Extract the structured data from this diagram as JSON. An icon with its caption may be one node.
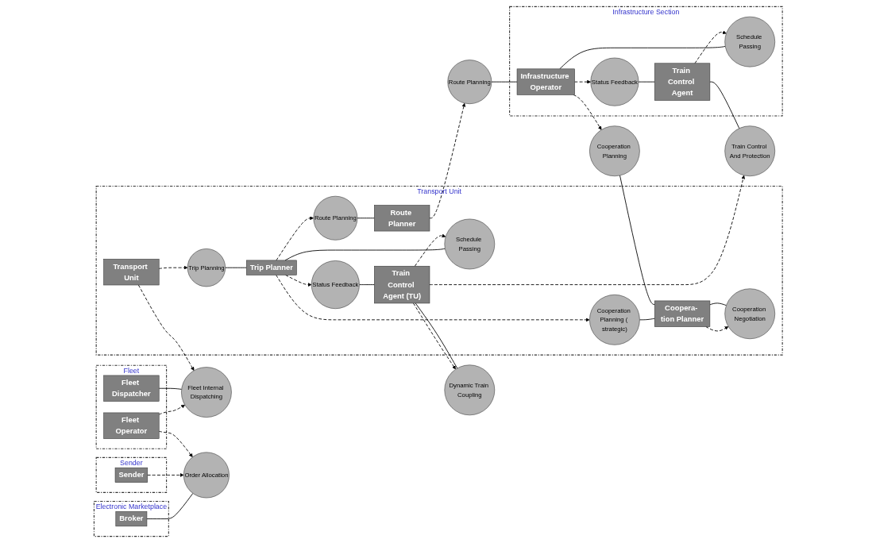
{
  "diagram": {
    "nodes": [
      {
        "text": [
          "Electronic Marketplace"
        ]
      },
      {
        "text": [
          "Broker"
        ],
        "in": 0
      },
      {
        "text": [
          "Sender"
        ]
      },
      {
        "text": [
          "Sender"
        ],
        "in": 2
      },
      {
        "text": [
          "Fleet"
        ]
      },
      {
        "text": [
          "Fleet Operator"
        ],
        "in": 4
      },
      {
        "text": [
          "Order Allocation"
        ]
      },
      {
        "text": [
          "Transport Unit"
        ]
      },
      {
        "text": [
          "Transport Unit"
        ],
        "in": 7
      },
      {
        "text": [
          "Trip Planning"
        ],
        "in": 7
      },
      {
        "text": [
          "Fleet Dispatcher"
        ],
        "in": 4
      },
      {
        "text": [
          "Fleet Internal Dispatching"
        ]
      },
      {
        "text": [
          "Trip Planner"
        ],
        "in": 7
      },
      {
        "text": [
          "Route Planning"
        ],
        "in": 7
      },
      {
        "text": [
          "Route Planner"
        ],
        "in": 7
      },
      {
        "text": [
          "Route Planning"
        ]
      },
      {
        "text": [
          "Infrastructure Section"
        ]
      },
      {
        "text": [
          "Infrastructure Operator"
        ],
        "in": 16
      },
      {
        "text": [
          "Cooperation Planning ( strategic)"
        ],
        "in": 7
      },
      {
        "text": [
          "Coopera- tion Planner"
        ],
        "in": 7
      },
      {
        "text": [
          "Cooperation Planning"
        ]
      },
      {
        "text": [
          "Schedule Passing"
        ],
        "in": 7
      },
      {
        "text": [
          "Status Feedback"
        ],
        "in": 7
      },
      {
        "text": [
          "Schedule Passing"
        ],
        "in": 16
      },
      {
        "text": [
          "Status Feedback"
        ],
        "in": 16
      },
      {
        "text": [
          "Train Control Agent (TU)"
        ],
        "in": 7
      },
      {
        "text": [
          "Cooperation Negotiation"
        ],
        "in": 7
      },
      {
        "text": [
          "Train Control Agent"
        ],
        "in": 16
      },
      {
        "text": [
          "Dynamic Train Coupling"
        ]
      },
      {
        "text": [
          "Train Control And Protection"
        ]
      }
    ],
    "edges": [
      {
        "from": 1,
        "to": 6,
        "arrow": "none"
      },
      {
        "from": 3,
        "to": 6,
        "arrow": "to",
        "style": "dashed"
      },
      {
        "from": 5,
        "to": 6,
        "arrow": "to",
        "style": "dashed"
      },
      {
        "from": 5,
        "to": 11,
        "arrow": "to",
        "style": "dashed"
      },
      {
        "from": 10,
        "to": 11,
        "arrow": "none"
      },
      {
        "from": 8,
        "to": 11,
        "arrow": "to",
        "style": "dashed"
      },
      {
        "from": 8,
        "to": 9,
        "arrow": "to",
        "style": "dashed"
      },
      {
        "from": 9,
        "to": 12,
        "arrow": "none"
      },
      {
        "from": 12,
        "to": 13,
        "arrow": "to",
        "style": "dashed"
      },
      {
        "from": 13,
        "to": 14,
        "arrow": "none"
      },
      {
        "from": 12,
        "to": 18,
        "arrow": "to",
        "style": "dashed"
      },
      {
        "from": 18,
        "to": 19,
        "arrow": "none"
      },
      {
        "from": 12,
        "to": 21,
        "arrow": "none"
      },
      {
        "from": 25,
        "to": 21,
        "arrow": "to",
        "style": "dashed"
      },
      {
        "from": 12,
        "to": 22,
        "arrow": "to",
        "style": "dashed"
      },
      {
        "from": 22,
        "to": 25,
        "arrow": "none"
      },
      {
        "from": 19,
        "to": 26,
        "arrow": "to",
        "style": "dashed"
      },
      {
        "from": 19,
        "to": 26,
        "arrow": "none"
      },
      {
        "from": 14,
        "to": 15,
        "arrow": "to",
        "style": "dashed"
      },
      {
        "from": 15,
        "to": 17,
        "arrow": "none"
      },
      {
        "from": 17,
        "to": 20,
        "arrow": "to",
        "style": "dashed"
      },
      {
        "from": 20,
        "to": 19,
        "arrow": "none"
      },
      {
        "from": 17,
        "to": 23,
        "arrow": "none"
      },
      {
        "from": 27,
        "to": 23,
        "arrow": "to",
        "style": "dashed"
      },
      {
        "from": 17,
        "to": 24,
        "arrow": "to",
        "style": "dashed"
      },
      {
        "from": 24,
        "to": 27,
        "arrow": "none"
      },
      {
        "from": 25,
        "to": 28,
        "arrow": "to",
        "style": "dashed"
      },
      {
        "from": 25,
        "to": 28,
        "arrow": "none"
      },
      {
        "from": 25,
        "to": 29,
        "arrow": "to",
        "style": "dashed"
      },
      {
        "from": 27,
        "to": 29,
        "arrow": "none"
      }
    ]
  }
}
